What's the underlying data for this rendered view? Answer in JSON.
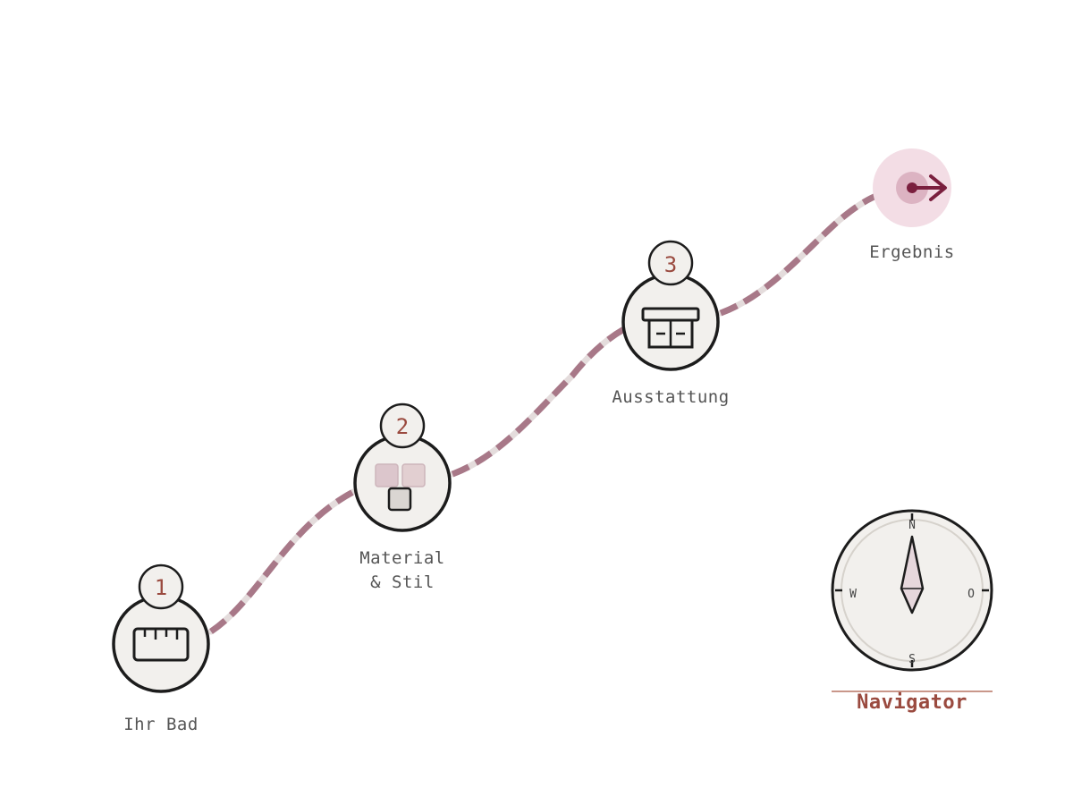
{
  "steps": [
    {
      "number": "1",
      "label_lines": [
        "Ihr Bad"
      ],
      "icon": "ruler-icon"
    },
    {
      "number": "2",
      "label_lines": [
        "Material",
        "& Stil"
      ],
      "icon": "material-swatches-icon"
    },
    {
      "number": "3",
      "label_lines": [
        "Ausstattung"
      ],
      "icon": "cabinet-icon"
    }
  ],
  "result": {
    "label": "Ergebnis",
    "icon": "arrow-right-icon"
  },
  "navigator": {
    "title": "Navigator",
    "directions": {
      "north": "N",
      "south": "S",
      "west": "W",
      "east": "O"
    }
  },
  "colors": {
    "path": "#a87888",
    "path_gap": "#e4dcdc",
    "node_fill": "#f2f0ed",
    "node_stroke": "#1c1c1c",
    "accent": "#9a4a3f",
    "result_arrow": "#7a1f3e",
    "result_glow": "#f3dde5"
  }
}
